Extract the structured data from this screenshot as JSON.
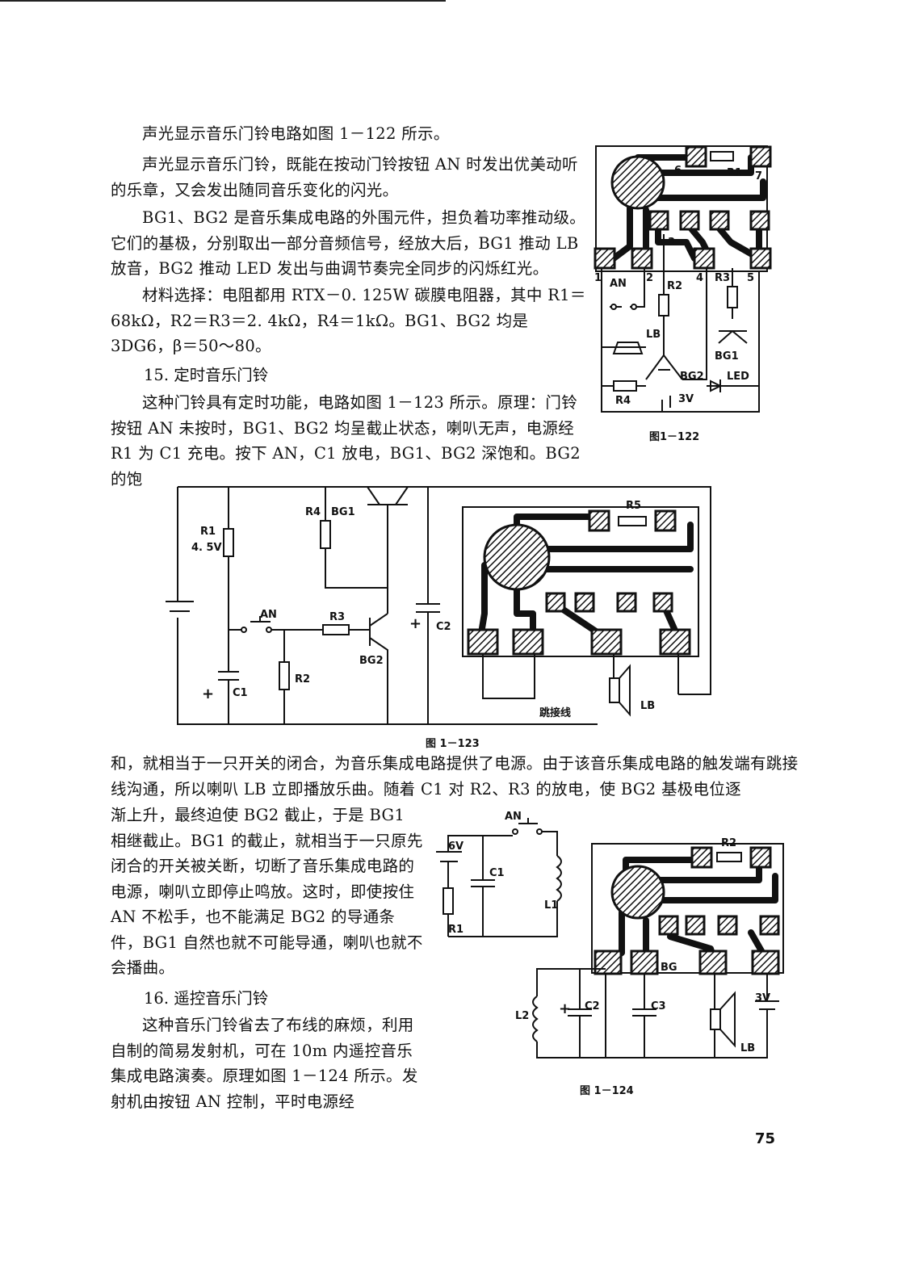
{
  "page": {
    "number": "75"
  },
  "intro": {
    "p1": "声光显示音乐门铃电路如图 1－122 所示。",
    "p2": "声光显示音乐门铃，既能在按动门铃按钮 AN 时发出优美动听的乐章，又会发出随同音乐变化的闪光。",
    "p3": "BG1、BG2 是音乐集成电路的外围元件，担负着功率推动级。它们的基极，分别取出一部分音频信号，经放大后，BG1 推动 LB 放音，BG2 推动 LED 发出与曲调节奏完全同步的闪烁红光。",
    "p4": "材料选择：电阻都用 RTX－0. 125W 碳膜电阻器，其中 R1＝68kΩ，R2＝R3＝2. 4kΩ，R4＝1kΩ。BG1、BG2 均是 3DG6，β＝50～80。"
  },
  "section15": {
    "heading": "15. 定时音乐门铃",
    "p1": "这种门铃具有定时功能，电路如图 1－123 所示。原理：门铃按钮 AN 未按时，BG1、BG2 均呈截止状态，喇叭无声，电源经 R1 为 C1 充电。按下 AN，C1 放电，BG1、BG2 深饱和。BG2 的饱",
    "p2": "和，就相当于一只开关的闭合，为音乐集成电路提供了电源。由于该音乐集成电路的触发端有跳接线沟通，所以喇叭 LB 立即播放乐曲。随着 C1 对 R2、R3 的放电，使 BG2 基极电位逐",
    "p3": "渐上升，最终迫使 BG2 截止，于是 BG1 相继截止。BG1 的截止，就相当于一只原先闭合的开关被关断，切断了音乐集成电路的电源，喇叭立即停止鸣放。这时，即使按住 AN 不松手，也不能满足 BG2 的导通条件，BG1 自然也就不可能导通，喇叭也就不会播曲。"
  },
  "section16": {
    "heading": "16. 遥控音乐门铃",
    "p1": "这种音乐门铃省去了布线的麻烦，利用自制的简易发射机，可在 10m 内遥控音乐集成电路演奏。原理如图 1－124 所示。发射机由按钮 AN 控制，平时电源经"
  },
  "fig122": {
    "caption": "图1－122",
    "labels": {
      "p1": "1",
      "p2": "2",
      "p3": "3",
      "p4": "4",
      "p5": "5",
      "p6": "6",
      "p7": "7",
      "an": "AN",
      "r1": "R1",
      "r2": "R2",
      "r3": "R3",
      "r4": "R4",
      "lb": "LB",
      "bg1": "BG1",
      "bg2": "BG2",
      "led": "LED",
      "v3": "3V"
    }
  },
  "fig123": {
    "caption": "图 1－123",
    "labels": {
      "r1": "R1",
      "v45": "4. 5V",
      "r4": "R4",
      "bg1": "BG1",
      "an": "AN",
      "r3": "R3",
      "r2": "R2",
      "bg2": "BG2",
      "c1": "C1",
      "c2": "C2",
      "r5": "R5",
      "lb": "LB",
      "jumper": "跳接线",
      "plus1": "+",
      "plus2": "+"
    }
  },
  "fig124": {
    "caption": "图 1－124",
    "labels": {
      "an": "AN",
      "v6": "6V",
      "c1": "C1",
      "l1": "L1",
      "r1": "R1",
      "r2": "R2",
      "bg": "BG",
      "l2": "L2",
      "c2": "C2",
      "c3": "C3",
      "lb": "LB",
      "v3": "3V",
      "plus": "+"
    }
  }
}
